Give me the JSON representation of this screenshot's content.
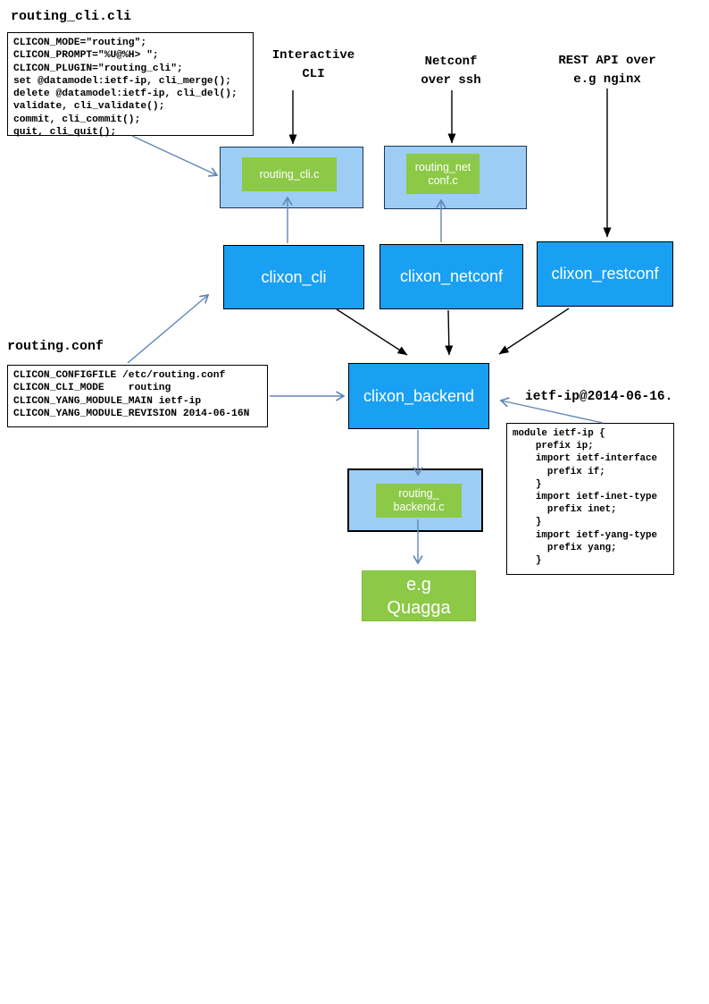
{
  "colors": {
    "node_blue": "#19a0f2",
    "node_light_blue": "#9dcdf4",
    "node_green": "#8cc947",
    "arrow_blue": "#6286b8",
    "arrow_black": "#000000"
  },
  "files": {
    "routing_cli": {
      "title": "routing_cli.cli",
      "code": "CLICON_MODE=\"routing\";\nCLICON_PROMPT=\"%U@%H> \";\nCLICON_PLUGIN=\"routing_cli\";\nset @datamodel:ietf-ip, cli_merge();\ndelete @datamodel:ietf-ip, cli_del();\nvalidate, cli_validate();\ncommit, cli_commit();\nquit, cli_quit();"
    },
    "routing_conf": {
      "title": "routing.conf",
      "code": "CLICON_CONFIGFILE /etc/routing.conf\nCLICON_CLI_MODE    routing\nCLICON_YANG_MODULE_MAIN ietf-ip\nCLICON_YANG_MODULE_REVISION 2014-06-16N"
    },
    "ietf_ip": {
      "title": "ietf-ip@2014-06-16.",
      "code": "module ietf-ip {\n    prefix ip;\n    import ietf-interface\n      prefix if;\n    }\n    import ietf-inet-type\n      prefix inet;\n    }\n    import ietf-yang-type\n      prefix yang;\n    }"
    }
  },
  "labels": {
    "interactive_cli": "Interactive\nCLI",
    "netconf_ssh": "Netconf\nover ssh",
    "rest_api": "REST API over\ne.g nginx"
  },
  "nodes": {
    "routing_cli_c": "routing_cli.c",
    "routing_netconf_c": "routing_net\nconf.c",
    "clixon_cli": "clixon_cli",
    "clixon_netconf": "clixon_netconf",
    "clixon_restconf": "clixon_restconf",
    "clixon_backend": "clixon_backend",
    "routing_backend_c": "routing_\nbackend.c",
    "quagga": "e.g\nQuagga"
  }
}
